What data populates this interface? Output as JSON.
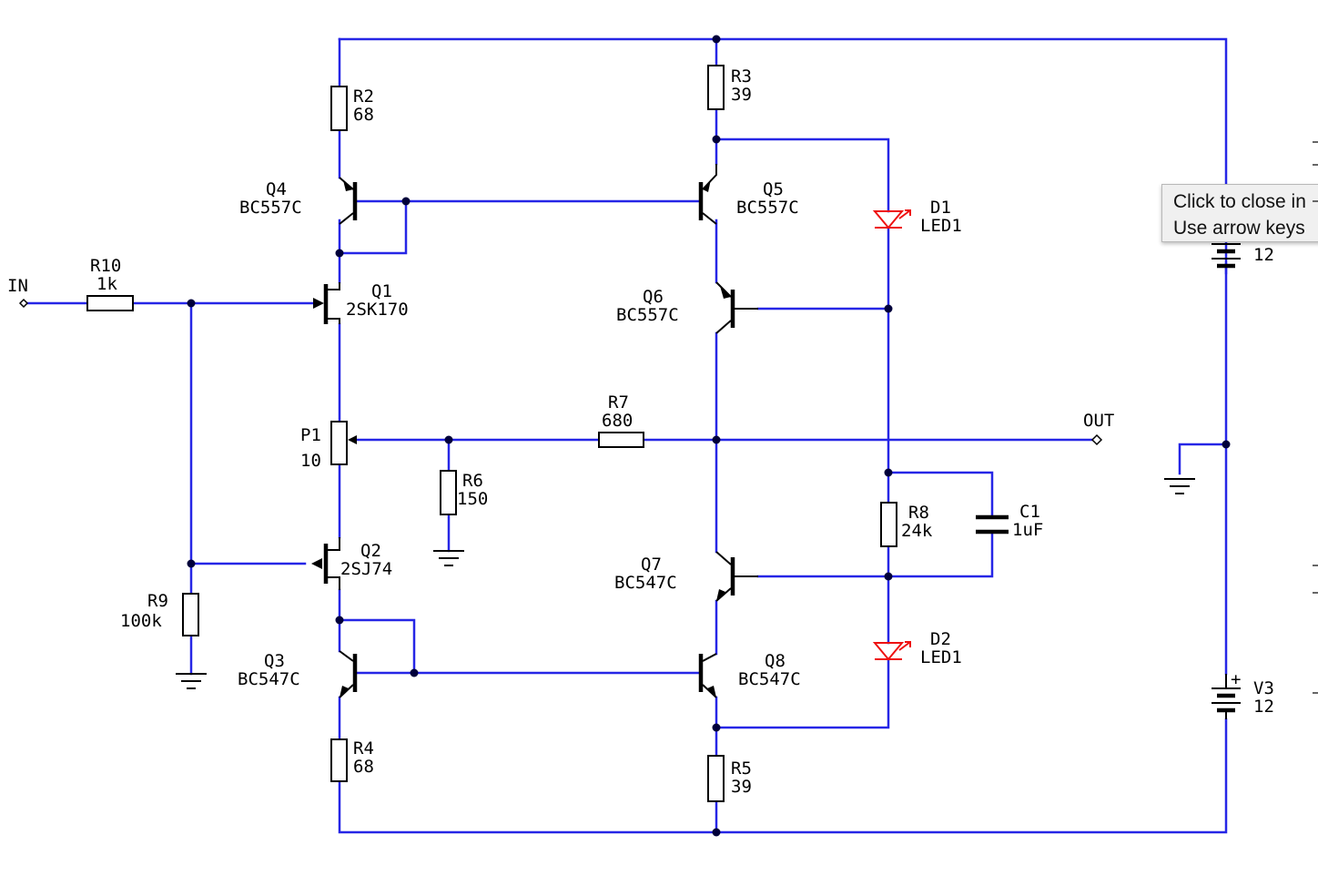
{
  "ports": {
    "input": "IN",
    "output": "OUT"
  },
  "components": {
    "R2": {
      "ref": "R2",
      "value": "68"
    },
    "R3": {
      "ref": "R3",
      "value": "39"
    },
    "R4": {
      "ref": "R4",
      "value": "68"
    },
    "R5": {
      "ref": "R5",
      "value": "39"
    },
    "R6": {
      "ref": "R6",
      "value": "150"
    },
    "R7": {
      "ref": "R7",
      "value": "680"
    },
    "R8": {
      "ref": "R8",
      "value": "24k"
    },
    "R9": {
      "ref": "R9",
      "value": "100k"
    },
    "R10": {
      "ref": "R10",
      "value": "1k"
    },
    "P1": {
      "ref": "P1",
      "value": "10"
    },
    "C1": {
      "ref": "C1",
      "value": "1uF"
    },
    "D1": {
      "ref": "D1",
      "value": "LED1"
    },
    "D2": {
      "ref": "D2",
      "value": "LED1"
    },
    "Q1": {
      "ref": "Q1",
      "value": "2SK170"
    },
    "Q2": {
      "ref": "Q2",
      "value": "2SJ74"
    },
    "Q3": {
      "ref": "Q3",
      "value": "BC547C"
    },
    "Q4": {
      "ref": "Q4",
      "value": "BC557C"
    },
    "Q5": {
      "ref": "Q5",
      "value": "BC557C"
    },
    "Q6": {
      "ref": "Q6",
      "value": "BC557C"
    },
    "Q7": {
      "ref": "Q7",
      "value": "BC547C"
    },
    "Q8": {
      "ref": "Q8",
      "value": "BC547C"
    },
    "V2": {
      "value": "12"
    },
    "V3": {
      "ref": "V3",
      "value": "12"
    }
  },
  "polarity_plus": "+",
  "tooltip": {
    "line1": "Click to close in",
    "line2": "Use arrow keys"
  },
  "colors": {
    "wire": "#2626e6",
    "led": "#ee1111",
    "junction": "#00003a"
  }
}
